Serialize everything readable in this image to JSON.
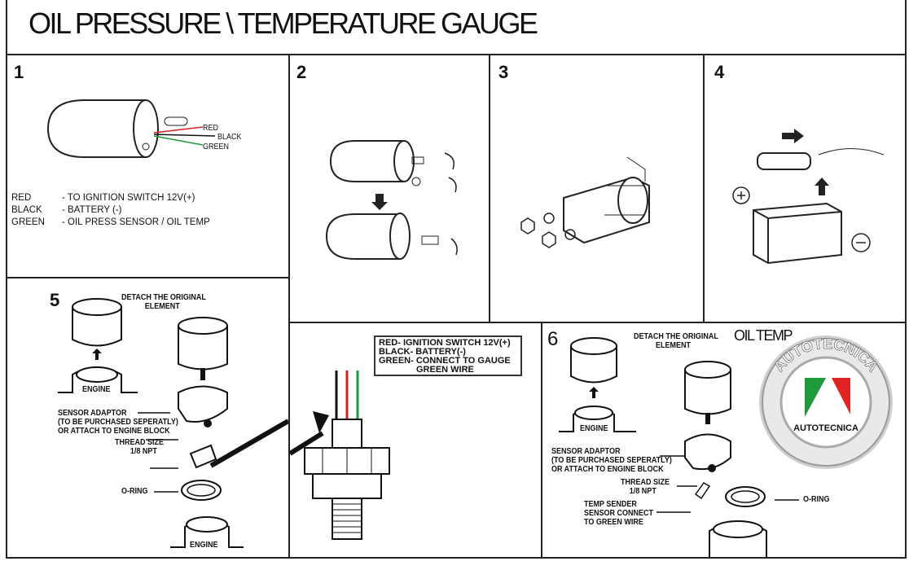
{
  "title": "OIL PRESSURE \\ TEMPERATURE GAUGE",
  "panel1": {
    "number": "1",
    "wire_labels": [
      "RED",
      "BLACK",
      "GREEN"
    ],
    "legend": [
      {
        "color": "RED",
        "desc": "- TO IGNITION SWITCH 12V(+)"
      },
      {
        "color": "BLACK",
        "desc": "- BATTERY (-)"
      },
      {
        "color": "GREEN",
        "desc": "- OIL PRESS SENSOR / OIL TEMP"
      }
    ]
  },
  "panel2": {
    "number": "2"
  },
  "panel3": {
    "number": "3"
  },
  "panel4": {
    "number": "4"
  },
  "panel5": {
    "number": "5",
    "detach": [
      "DETACH THE ORIGINAL",
      "ELEMENT"
    ],
    "engine": "ENGINE",
    "adaptor": [
      "SENSOR ADAPTOR",
      "(TO BE PURCHASED SEPERATLY)",
      "OR ATTACH TO ENGINE BLOCK"
    ],
    "thread": [
      "THREAD SIZE",
      "1/8 NPT"
    ],
    "oring": "O-RING"
  },
  "wiring": {
    "lines": [
      "RED- IGNITION SWITCH 12V(+)",
      "BLACK- BATTERY(-)",
      "GREEN- CONNECT TO GAUGE",
      "GREEN WIRE"
    ],
    "wire_colors": {
      "red": "#d42020",
      "green": "#1e9a3c",
      "black": "#111111"
    }
  },
  "panel6": {
    "number": "6",
    "heading": "OIL TEMP",
    "detach": [
      "DETACH THE ORIGINAL",
      "ELEMENT"
    ],
    "engine": "ENGINE",
    "adaptor": [
      "SENSOR ADAPTOR",
      "(TO BE PURCHASED SEPERATLY)",
      "OR ATTACH TO ENGINE BLOCK"
    ],
    "thread": [
      "THREAD SIZE",
      "1/8 NPT"
    ],
    "sender": [
      "TEMP SENDER",
      "SENSOR CONNECT",
      "TO GREEN WIRE"
    ],
    "oring": "O-RING",
    "logo": {
      "ring_text": "AUTOTECNICA",
      "inner_text": "AUTOTECNICA",
      "colors": [
        "#1e9a3c",
        "#e02424"
      ]
    }
  }
}
